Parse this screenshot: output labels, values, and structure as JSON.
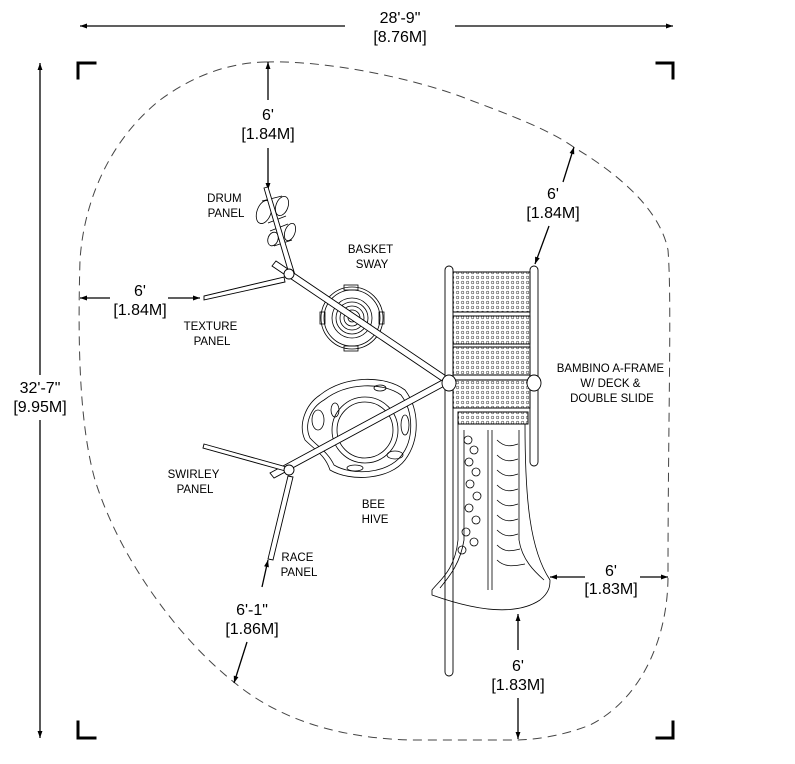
{
  "drawing": {
    "overall_width": {
      "imperial": "28'-9\"",
      "metric": "[8.76M]"
    },
    "overall_length": {
      "imperial": "32'-7\"",
      "metric": "[9.95M]"
    },
    "clearances": [
      {
        "id": "top",
        "imperial": "6'",
        "metric": "[1.84M]"
      },
      {
        "id": "top-right",
        "imperial": "6'",
        "metric": "[1.84M]"
      },
      {
        "id": "left",
        "imperial": "6'",
        "metric": "[1.84M]"
      },
      {
        "id": "right",
        "imperial": "6'",
        "metric": "[1.83M]"
      },
      {
        "id": "bottom",
        "imperial": "6'",
        "metric": "[1.83M]"
      },
      {
        "id": "bottom-left",
        "imperial": "6'-1\"",
        "metric": "[1.86M]"
      }
    ],
    "components": [
      {
        "id": "drum-panel",
        "lines": [
          "DRUM",
          "PANEL"
        ]
      },
      {
        "id": "basket-sway",
        "lines": [
          "BASKET",
          "SWAY"
        ]
      },
      {
        "id": "texture-panel",
        "lines": [
          "TEXTURE",
          "PANEL"
        ]
      },
      {
        "id": "a-frame",
        "lines": [
          "BAMBINO A-FRAME",
          "W/ DECK &",
          "DOUBLE SLIDE"
        ]
      },
      {
        "id": "swirley-panel",
        "lines": [
          "SWIRLEY",
          "PANEL"
        ]
      },
      {
        "id": "bee-hive",
        "lines": [
          "BEE",
          "HIVE"
        ]
      },
      {
        "id": "race-panel",
        "lines": [
          "RACE",
          "PANEL"
        ]
      }
    ]
  }
}
